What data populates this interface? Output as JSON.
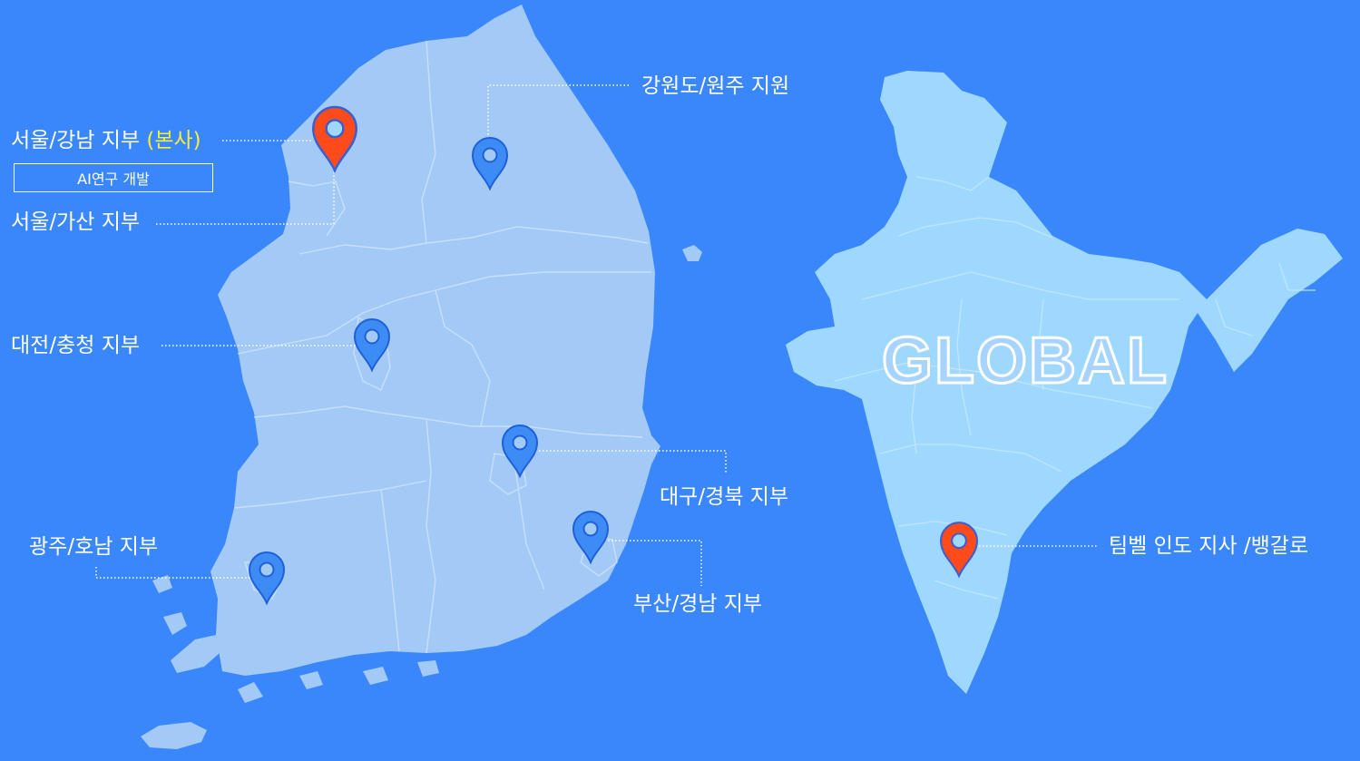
{
  "title": "GLOBAL",
  "colors": {
    "background": "#3a87fc",
    "korea_fill": "#a3c9f7",
    "india_fill": "#9fd8ff",
    "border_line": "#cfe3fb",
    "pin_blue": "#3d8cf5",
    "pin_red": "#ff4a1c",
    "highlight_text": "#f5ec3c"
  },
  "korea": {
    "offices": [
      {
        "id": "seoul-gangnam",
        "name": "서울/강남 지부",
        "hq_tag": "(본사)",
        "pin": "red",
        "sub_box": "AI연구 개발"
      },
      {
        "id": "seoul-gasan",
        "name": "서울/가산 지부",
        "pin": "none"
      },
      {
        "id": "gangwon-wonju",
        "name": "강원도/원주 지원",
        "pin": "blue"
      },
      {
        "id": "daejeon-chungcheong",
        "name": "대전/충청 지부",
        "pin": "blue"
      },
      {
        "id": "daegu-gyeongbuk",
        "name": "대구/경북 지부",
        "pin": "blue"
      },
      {
        "id": "gwangju-honam",
        "name": "광주/호남 지부",
        "pin": "blue"
      },
      {
        "id": "busan-gyeongnam",
        "name": "부산/경남 지부",
        "pin": "blue"
      }
    ]
  },
  "india": {
    "offices": [
      {
        "id": "bangalore",
        "name": "팀벨 인도 지사 /뱅갈로",
        "pin": "red"
      }
    ]
  }
}
